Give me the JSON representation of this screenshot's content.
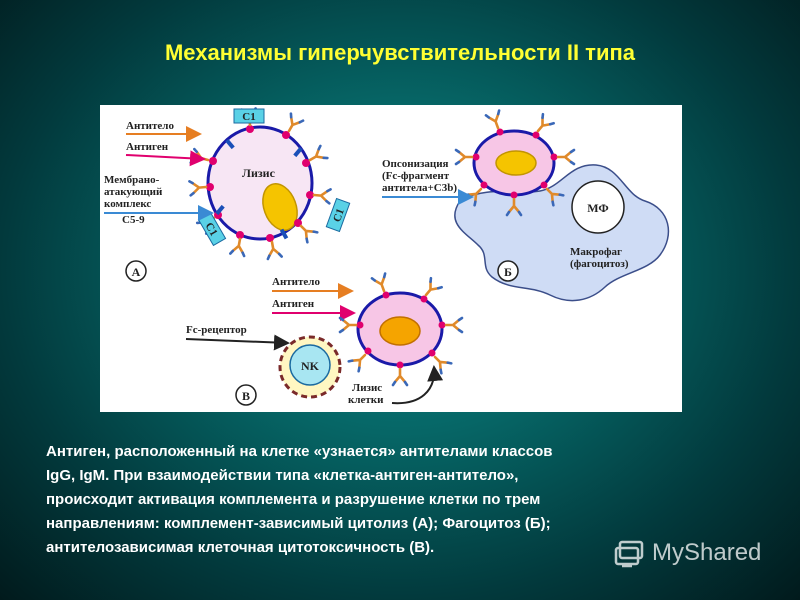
{
  "slide": {
    "title": "Механизмы гиперчувствительности II типа",
    "caption_lines": [
      "Антиген, расположенный на клетке «узнается» антителами классов",
      "IgG, IgM. При взаимодействии типа «клетка-антиген-антитело»,",
      "происходит активация комплемента и разрушение клетки по трем",
      "направлениям: комплемент-зависимый цитолиз (А); Фагоцитоз (Б);",
      "антителозависимая клеточная цитотоксичность (В)."
    ],
    "watermark": "MyShared"
  },
  "diagram": {
    "panelA": {
      "letter": "А",
      "antibody": "Антитело",
      "antigen": "Антиген",
      "mac": [
        "Мембрано-",
        "атакующий",
        "комплекс",
        "С5-9"
      ],
      "lysis": "Лизис",
      "c1": "С1"
    },
    "panelB": {
      "letter": "Б",
      "opsonization": [
        "Опсонизация",
        "(Fc-фрагмент",
        "антитела+С3b)"
      ],
      "macrophage_label": "МФ",
      "macrophage": [
        "Макрофаг",
        "(фагоцитоз)"
      ]
    },
    "panelC": {
      "letter": "В",
      "antibody": "Антитело",
      "antigen": "Антиген",
      "fc_receptor": "Fc-рецептор",
      "nk": "NK",
      "lysis": [
        "Лизис",
        "клетки"
      ]
    }
  },
  "colors": {
    "title": "#ffff33",
    "antibody_arrow": "#e67e22",
    "antigen_arrow": "#e0006e",
    "c1_box": "#5ad1e6",
    "target_cell": "#f7c6e6",
    "nucleus": "#f5c400",
    "macrophage": "#cfdcf5"
  },
  "icons": [
    "antibody-icon",
    "antigen-dot-icon",
    "arrow-icon",
    "myshared-logo-icon"
  ]
}
